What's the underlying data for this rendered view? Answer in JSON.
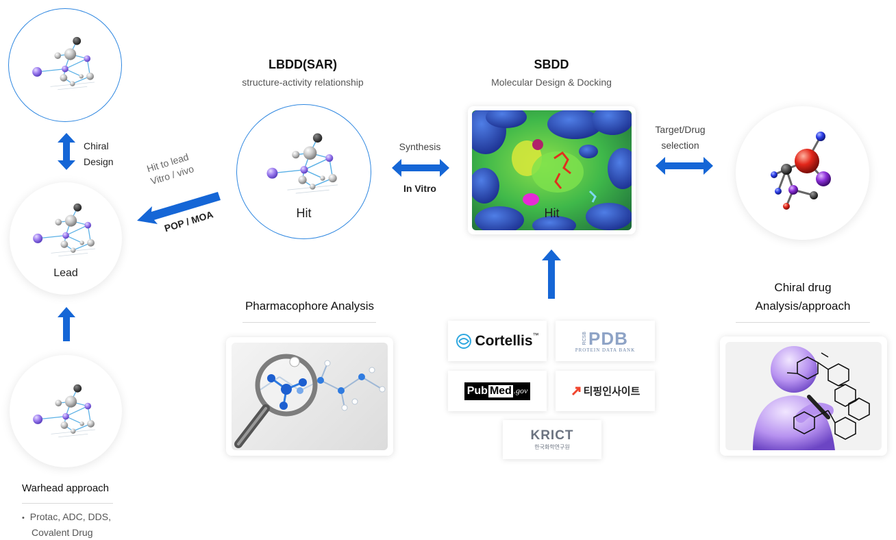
{
  "left_column": {
    "top_circle": {},
    "chiral_design": {
      "line1": "Chiral",
      "line2": "Design"
    },
    "lead_circle": {
      "label": "Lead"
    },
    "bottom_circle": {},
    "warhead": {
      "title": "Warhead approach",
      "bullet": "•",
      "line1": "Protac, ADC, DDS,",
      "line2": "Covalent Drug"
    }
  },
  "hit_to_lead": {
    "line1": "Hit to lead",
    "line2": "Vitro / vivo",
    "line3": "POP / MOA"
  },
  "lbdd": {
    "title": "LBDD(SAR)",
    "subtitle": "structure-activity relationship",
    "hit_label": "Hit"
  },
  "synthesis": {
    "top": "Synthesis",
    "bottom": "In Vitro"
  },
  "sbdd": {
    "title": "SBDD",
    "subtitle": "Molecular Design & Docking",
    "hit_label": "Hit"
  },
  "target_drug": {
    "line1": "Target/Drug",
    "line2": "selection"
  },
  "pharmacophore": {
    "title": "Pharmacophore Analysis"
  },
  "databases": {
    "cortellis": "Cortellis",
    "cortellis_tm": "™",
    "pdb": "PDB",
    "pdb_prefix": "RCSB",
    "pdb_caption": "PROTEIN DATA BANK",
    "pubmed_a": "Pub",
    "pubmed_b": "Med",
    "pubmed_c": ".gov",
    "tiping": "티핑인사이트",
    "krict": "KRICT",
    "krict_caption": "한국화학연구원"
  },
  "chiral_drug": {
    "line1": "Chiral drug",
    "line2": "Analysis/approach"
  },
  "colors": {
    "arrow_blue": "#1566d6",
    "accent_purple": "#a07be8"
  }
}
